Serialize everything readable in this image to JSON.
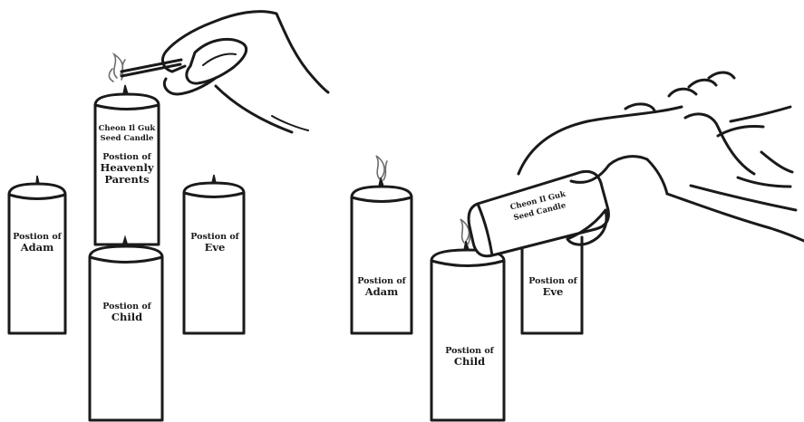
{
  "left_scene": {
    "seed_candle": {
      "line1": "Cheon Il Guk",
      "line2": "Seed Candle",
      "line3": "Postion of",
      "line4": "Heavenly",
      "line5": "Parents"
    },
    "adam_candle": {
      "line1": "Postion of",
      "line2": "Adam"
    },
    "eve_candle": {
      "line1": "Postion of",
      "line2": "Eve"
    },
    "child_candle": {
      "line1": "Postion of",
      "line2": "Child"
    }
  },
  "right_scene": {
    "seed_candle": {
      "line1": "Cheon Il Guk",
      "line2": "Seed Candle"
    },
    "adam_candle": {
      "line1": "Postion of",
      "line2": "Adam"
    },
    "eve_candle": {
      "line1": "Postion of",
      "line2": "Eve"
    },
    "child_candle": {
      "line1": "Postion of",
      "line2": "Child"
    }
  },
  "colors": {
    "ink": "#1a1a1a",
    "smoke": "#6d6d6d",
    "background": "#ffffff"
  },
  "icons": [
    "match-icon",
    "hand-icon",
    "flame-icon",
    "candle-icon"
  ]
}
